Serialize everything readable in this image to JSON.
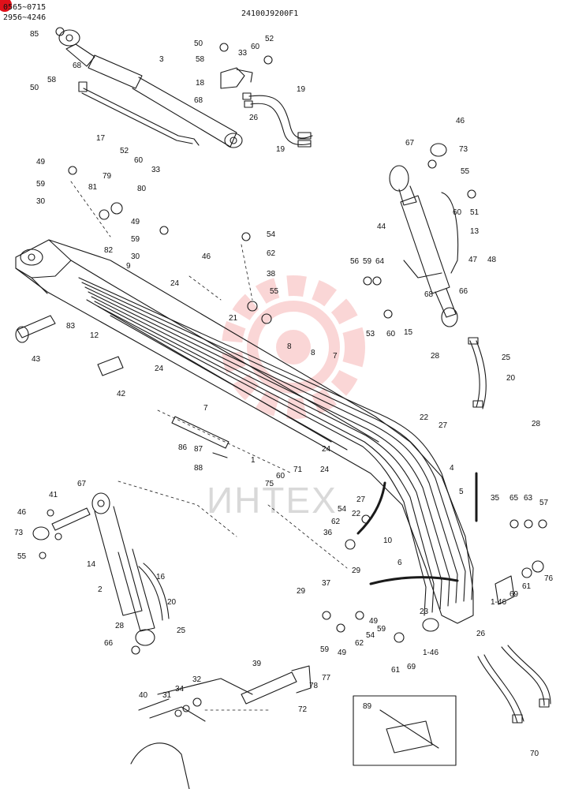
{
  "header": {
    "serial_range_top": "0565~0715",
    "serial_range_bottom": "2956~4246",
    "diagram_code": "24100J9200F1"
  },
  "watermark": {
    "text": "ИНТЕХ",
    "color": "#e8262b"
  },
  "colors": {
    "line": "#1a1a1a",
    "badge": "#e0101a",
    "watermark_logo": "#f4a6a6"
  },
  "part_labels": [
    "85",
    "3",
    "50",
    "58",
    "33",
    "60",
    "52",
    "18",
    "68",
    "26",
    "19",
    "19",
    "68",
    "50",
    "58",
    "17",
    "52",
    "60",
    "33",
    "46",
    "67",
    "73",
    "55",
    "60",
    "51",
    "49",
    "79",
    "80",
    "59",
    "81",
    "30",
    "49",
    "59",
    "30",
    "82",
    "9",
    "54",
    "62",
    "38",
    "46",
    "44",
    "13",
    "56",
    "59",
    "64",
    "47",
    "48",
    "68",
    "66",
    "53",
    "60",
    "15",
    "24",
    "55",
    "21",
    "8",
    "8",
    "7",
    "83",
    "12",
    "43",
    "24",
    "42",
    "28",
    "25",
    "20",
    "7",
    "86",
    "87",
    "88",
    "1",
    "24",
    "24",
    "22",
    "27",
    "28",
    "60",
    "71",
    "75",
    "4",
    "5",
    "54",
    "27",
    "62",
    "36",
    "22",
    "35",
    "65",
    "63",
    "57",
    "10",
    "6",
    "67",
    "41",
    "46",
    "73",
    "55",
    "14",
    "2",
    "16",
    "20",
    "25",
    "28",
    "66",
    "29",
    "29",
    "37",
    "23",
    "76",
    "61",
    "69",
    "1-46",
    "49",
    "54",
    "59",
    "62",
    "61",
    "69",
    "1-46",
    "26",
    "39",
    "59",
    "49",
    "78",
    "77",
    "72",
    "40",
    "31",
    "34",
    "32",
    "89",
    "70"
  ]
}
